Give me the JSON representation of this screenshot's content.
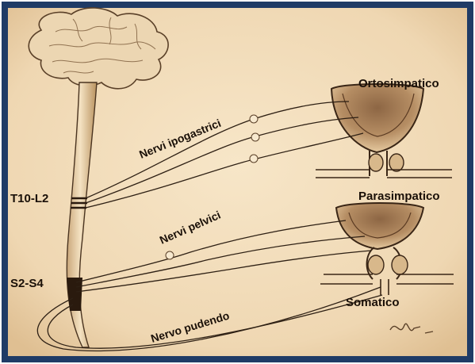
{
  "labels": {
    "orto": "Ortosimpatico",
    "para": "Parasimpatico",
    "soma": "Somatico",
    "t10l2": "T10-L2",
    "s2s4": "S2-S4",
    "ipogastrici": "Nervi ipogastrici",
    "pelvici": "Nervi pelvici",
    "pudendo": "Nervo pudendo"
  },
  "colors": {
    "frame": "#1f3b66",
    "paper": "#f2ddbd",
    "ink": "#2e2014",
    "brain": "#e9d2ad",
    "bladder": "#d8b88b",
    "bladder_dark": "#5a3a22"
  }
}
